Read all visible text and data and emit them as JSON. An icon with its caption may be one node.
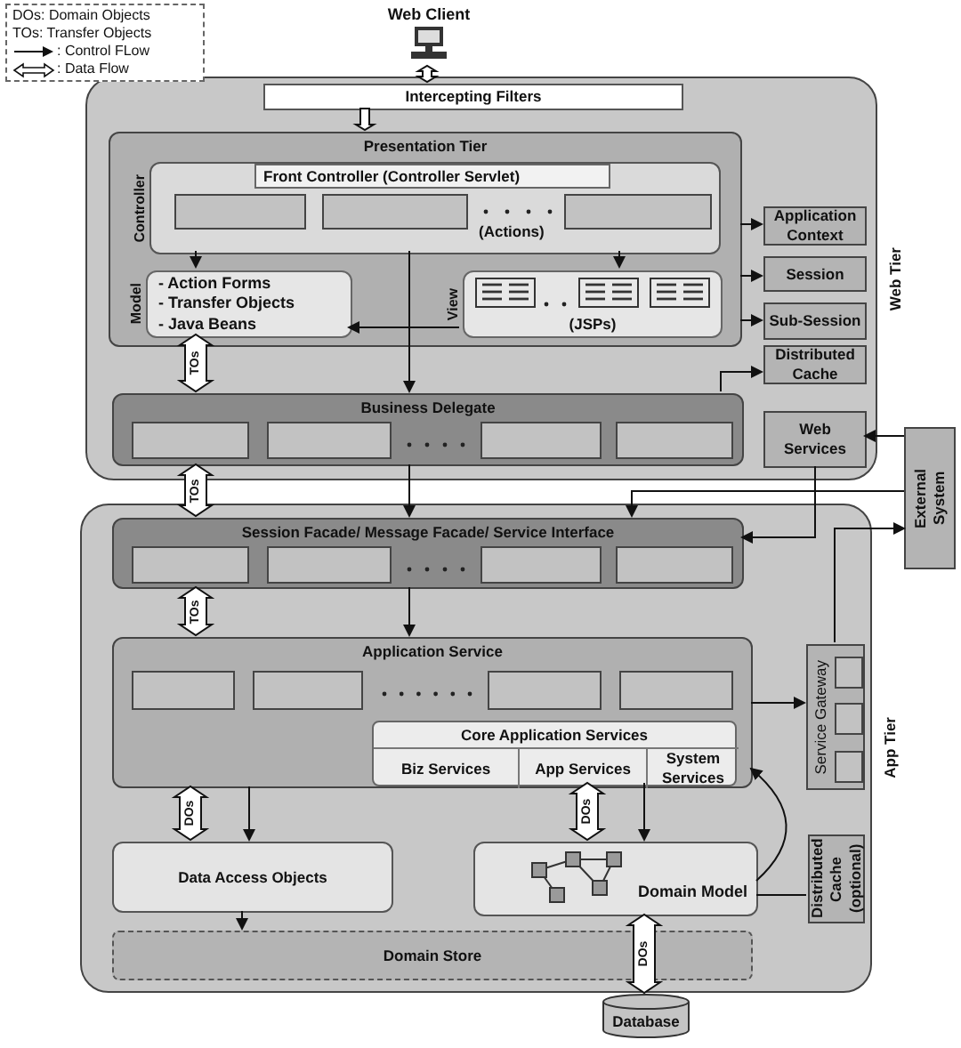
{
  "diagram": {
    "nodes": [
      {
        "text": [
          "Web Client"
        ]
      },
      {
        "text": [
          "Intercepting Filters"
        ],
        "in": 2
      },
      {
        "text": [
          "Web Tier"
        ]
      },
      {
        "text": [
          "Presentation Tier"
        ],
        "in": 2
      },
      {
        "text": [
          "Front Controller (Controller Servlet)",
          "(Actions)"
        ],
        "in": 3,
        "beside": [
          "Controller"
        ]
      },
      {
        "text": [],
        "shape": "box",
        "in": 4
      },
      {
        "text": [],
        "shape": "box",
        "in": 4
      },
      {
        "text": [],
        "shape": "box",
        "in": 4
      },
      {
        "text": [
          "- Action Forms",
          "- Transfer Objects",
          "- Java Beans"
        ],
        "in": 3,
        "beside": [
          "Model"
        ]
      },
      {
        "text": [
          "(JSPs)"
        ],
        "in": 3,
        "beside": [
          "View"
        ]
      },
      {
        "text": [
          "Application Context"
        ],
        "in": 2
      },
      {
        "text": [
          "Session"
        ],
        "in": 2
      },
      {
        "text": [
          "Sub-Session"
        ],
        "in": 2
      },
      {
        "text": [
          "Distributed Cache"
        ],
        "in": 2
      },
      {
        "text": [
          "Business Delegate"
        ],
        "in": 2
      },
      {
        "text": [],
        "shape": "box",
        "in": 14
      },
      {
        "text": [],
        "shape": "box",
        "in": 14
      },
      {
        "text": [],
        "shape": "box",
        "in": 14
      },
      {
        "text": [],
        "shape": "box",
        "in": 14
      },
      {
        "text": [
          "Web Services"
        ],
        "in": 2
      },
      {
        "text": [
          "External System"
        ]
      },
      {
        "text": [
          "App Tier"
        ]
      },
      {
        "text": [
          "Session Facade/ Message Facade/ Service Interface"
        ],
        "in": 21
      },
      {
        "text": [],
        "shape": "box",
        "in": 22
      },
      {
        "text": [],
        "shape": "box",
        "in": 22
      },
      {
        "text": [],
        "shape": "box",
        "in": 22
      },
      {
        "text": [],
        "shape": "box",
        "in": 22
      },
      {
        "text": [
          "Application Service"
        ],
        "in": 21
      },
      {
        "text": [],
        "shape": "box",
        "in": 27
      },
      {
        "text": [],
        "shape": "box",
        "in": 27
      },
      {
        "text": [],
        "shape": "box",
        "in": 27
      },
      {
        "text": [],
        "shape": "box",
        "in": 27
      },
      {
        "text": [
          "Core Application Services"
        ],
        "in": 27
      },
      {
        "text": [
          "Biz Services"
        ],
        "in": 32
      },
      {
        "text": [
          "App Services"
        ],
        "in": 32
      },
      {
        "text": [
          "System Services"
        ],
        "in": 32
      },
      {
        "text": [
          "Service Gateway"
        ],
        "in": 21
      },
      {
        "text": [],
        "shape": "box",
        "in": 36
      },
      {
        "text": [],
        "shape": "box",
        "in": 36
      },
      {
        "text": [],
        "shape": "box",
        "in": 36
      },
      {
        "text": [
          "Data Access Objects"
        ],
        "in": 21
      },
      {
        "text": [
          "Domain Model"
        ],
        "in": 21
      },
      {
        "text": [
          "Distributed Cache (optional)"
        ],
        "in": 21
      },
      {
        "text": [
          "Domain Store"
        ],
        "in": 21
      },
      {
        "text": [
          "Database"
        ]
      }
    ],
    "edges": [
      {
        "from": 0,
        "to": 1,
        "arrow": "both",
        "style": "thick"
      },
      {
        "from": 1,
        "to": 3,
        "arrow": "to",
        "style": "thick"
      },
      {
        "from": 4,
        "to": 8,
        "arrow": "to"
      },
      {
        "from": 4,
        "to": 9,
        "arrow": "to"
      },
      {
        "from": 9,
        "to": 8,
        "arrow": "to"
      },
      {
        "from": 3,
        "to": 10,
        "arrow": "to"
      },
      {
        "from": 3,
        "to": 11,
        "arrow": "to"
      },
      {
        "from": 3,
        "to": 12,
        "arrow": "to"
      },
      {
        "from": 4,
        "to": 14,
        "arrow": "to"
      },
      {
        "from": 8,
        "to": 14,
        "arrow": "both",
        "style": "thick",
        "label": "TOs"
      },
      {
        "from": 14,
        "to": 13,
        "arrow": "to"
      },
      {
        "from": 14,
        "to": 22,
        "arrow": "both",
        "style": "thick",
        "label": "TOs"
      },
      {
        "from": 14,
        "to": 22,
        "arrow": "to"
      },
      {
        "from": 20,
        "to": 19,
        "arrow": "to"
      },
      {
        "from": 20,
        "to": 22,
        "arrow": "to"
      },
      {
        "from": 19,
        "to": 22,
        "arrow": "to"
      },
      {
        "from": 36,
        "to": 20,
        "arrow": "to"
      },
      {
        "from": 22,
        "to": 27,
        "arrow": "both",
        "style": "thick",
        "label": "TOs"
      },
      {
        "from": 22,
        "to": 27,
        "arrow": "to"
      },
      {
        "from": 27,
        "to": 36,
        "arrow": "to"
      },
      {
        "from": 27,
        "to": 40,
        "arrow": "both",
        "style": "thick",
        "label": "DOs"
      },
      {
        "from": 27,
        "to": 40,
        "arrow": "to"
      },
      {
        "from": 32,
        "to": 41,
        "arrow": "both",
        "style": "thick",
        "label": "DOs"
      },
      {
        "from": 32,
        "to": 41,
        "arrow": "to"
      },
      {
        "from": 40,
        "to": 43,
        "arrow": "to"
      },
      {
        "from": 41,
        "to": 27,
        "arrow": "to"
      },
      {
        "from": 41,
        "to": 42,
        "arrow": "none"
      },
      {
        "from": 41,
        "to": 44,
        "arrow": "both",
        "style": "thick",
        "label": "DOs"
      }
    ],
    "labels": [
      "DOs: Domain Objects",
      "TOs: Transfer Objects"
    ],
    "legend": [
      {
        "text": ": Control FLow"
      },
      {
        "text": ": Data Flow"
      }
    ]
  }
}
